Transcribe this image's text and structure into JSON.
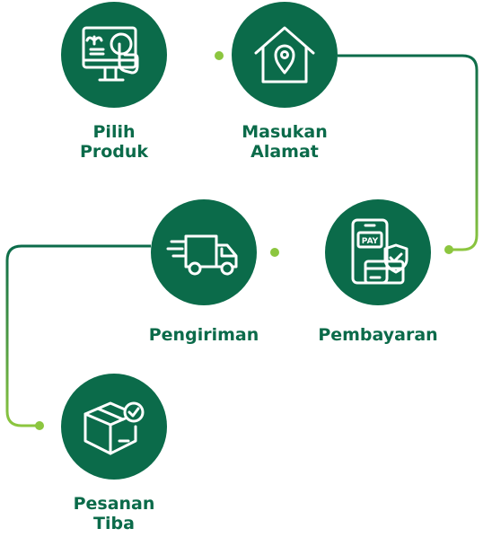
{
  "colors": {
    "primary": "#0b6b4a",
    "connector_start": "#0b6b4a",
    "connector_end": "#8cc63f"
  },
  "steps": [
    {
      "id": "pilih-produk",
      "icon": "computer-touch-icon",
      "label_lines": [
        "Pilih",
        "Produk"
      ]
    },
    {
      "id": "masukan-alamat",
      "icon": "house-location-icon",
      "label_lines": [
        "Masukan",
        "Alamat"
      ]
    },
    {
      "id": "pembayaran",
      "icon": "phone-pay-icon",
      "icon_text": "PAY",
      "label_lines": [
        "Pembayaran"
      ]
    },
    {
      "id": "pengiriman",
      "icon": "delivery-truck-icon",
      "label_lines": [
        "Pengiriman"
      ]
    },
    {
      "id": "pesanan-tiba",
      "icon": "package-check-icon",
      "label_lines": [
        "Pesanan",
        "Tiba"
      ]
    }
  ]
}
